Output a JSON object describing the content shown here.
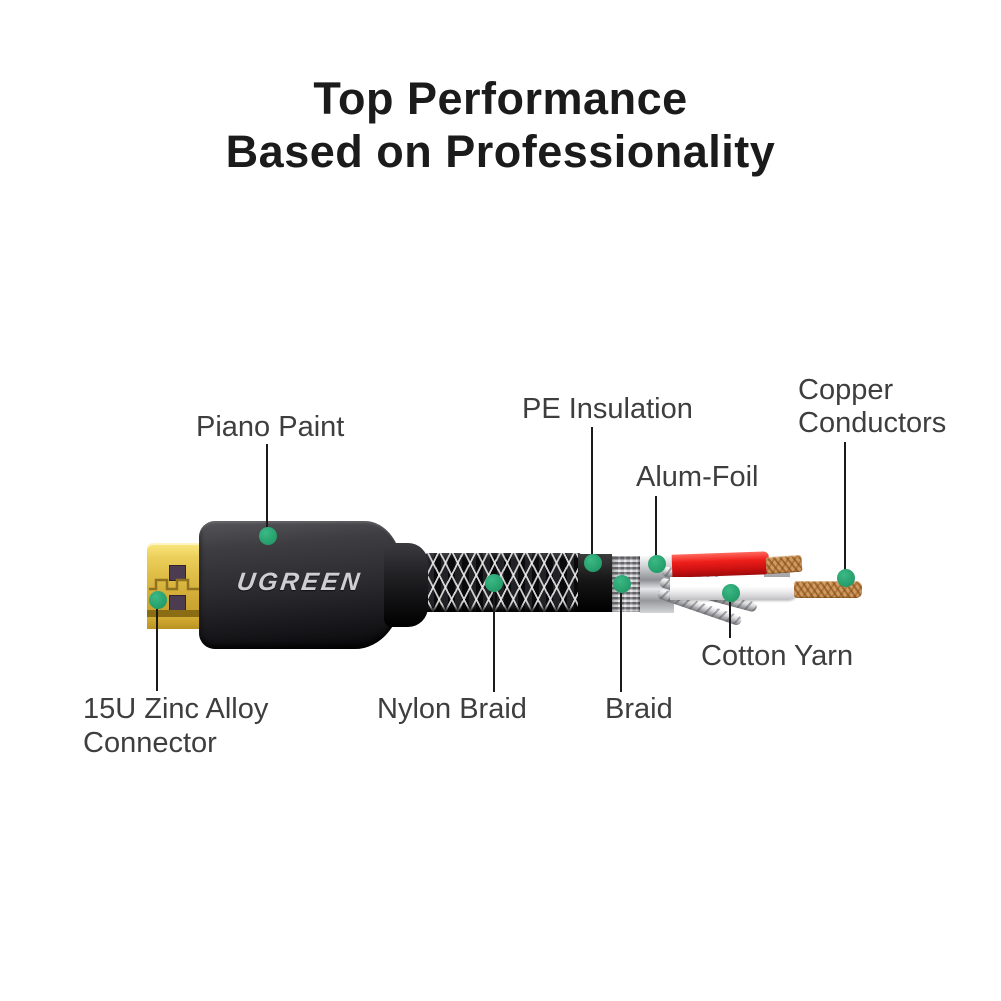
{
  "title": {
    "line1": "Top Performance",
    "line2": "Based on Professionality"
  },
  "brand": {
    "logo_text": "UGREEN"
  },
  "labels": {
    "piano_paint": "Piano Paint",
    "pe_insulation": "PE Insulation",
    "copper_conductors_line1": "Copper",
    "copper_conductors_line2": "Conductors",
    "alum_foil": "Alum-Foil",
    "cotton_yarn": "Cotton Yarn",
    "connector_line1": "15U Zinc Alloy",
    "connector_line2": "Connector",
    "nylon_braid": "Nylon Braid",
    "braid": "Braid"
  },
  "colors": {
    "marker_green": "#29a36e",
    "title_text": "#1b1b1b",
    "label_text": "#3e3e3e",
    "leader_line": "#1b1b1b",
    "housing_black": "#2b2b2f",
    "plug_gold": "#dcba43",
    "wire_red": "#ef1f1b",
    "copper_tan": "#cf9a5e",
    "background": "#ffffff"
  }
}
